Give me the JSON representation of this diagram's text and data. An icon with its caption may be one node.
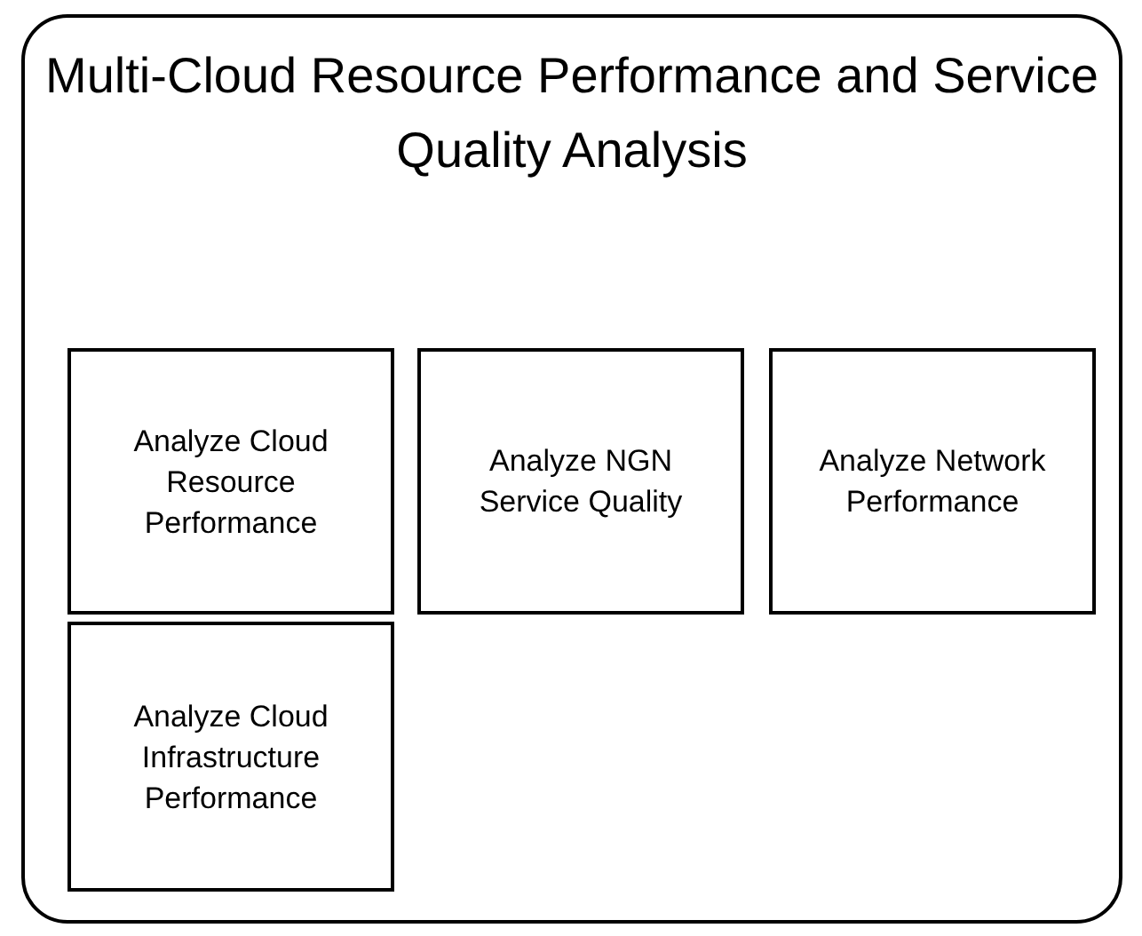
{
  "diagram": {
    "nodes": [
      {
        "text": [
          "Multi-Cloud Resource Performance and Service Quality Analysis"
        ]
      },
      {
        "text": [
          "Analyze Cloud Resource Performance"
        ],
        "in": 0
      },
      {
        "text": [
          "Analyze NGN Service Quality"
        ],
        "in": 0
      },
      {
        "text": [
          "Analyze Network Performance"
        ],
        "in": 0
      },
      {
        "text": [
          "Analyze Cloud Infrastructure Performance"
        ],
        "in": 0
      }
    ]
  }
}
